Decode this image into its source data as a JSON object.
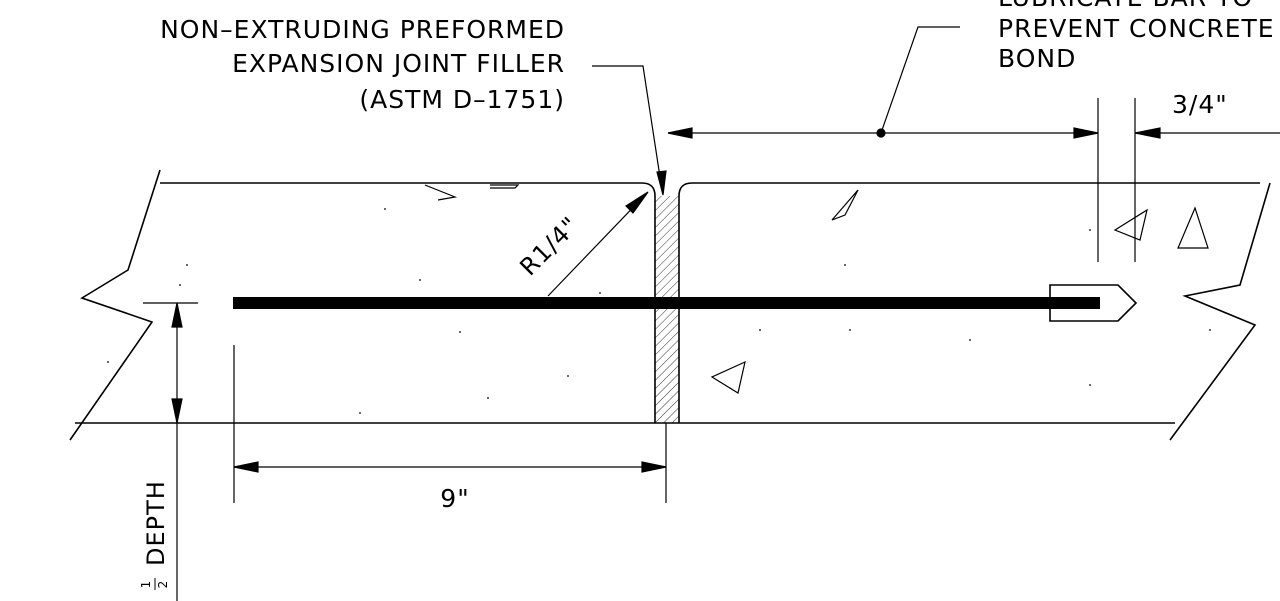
{
  "labels": {
    "filler_line1": "NON–EXTRUDING PREFORMED",
    "filler_line2": "EXPANSION JOINT FILLER",
    "filler_line3": "(ASTM D–1751)",
    "lubricate_line1": "LUBRICATE BAR TO",
    "lubricate_line2": "PREVENT CONCRETE",
    "lubricate_line3": "BOND",
    "radius": "R1/4\"",
    "bar_gap": "3/4\"",
    "bar_length": "9\"",
    "depth_fraction_num": "1",
    "depth_fraction_den": "2",
    "depth": "DEPTH"
  },
  "colors": {
    "line": "#000000",
    "background": "#ffffff"
  }
}
